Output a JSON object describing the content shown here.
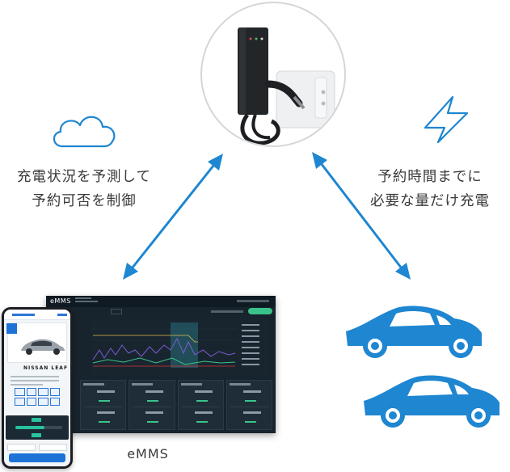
{
  "left_label": {
    "line1": "充電状況を予測して",
    "line2": "予約可否を制御"
  },
  "right_label": {
    "line1": "予約時間までに",
    "line2": "必要な量だけ充電"
  },
  "caption": "eMMS",
  "dashboard": {
    "logo": "eMMS"
  },
  "phone": {
    "brand": "NISSAN LEAF"
  },
  "icons": {
    "cloud": "cloud-icon",
    "lightning": "lightning-icon",
    "car": "car-icon",
    "charger": "ev-charger-icon",
    "arrow": "double-headed-arrow"
  },
  "colors": {
    "accent_blue": "#1f86d1",
    "dashboard_bg": "#17232d",
    "chart_green": "#39c28a"
  }
}
